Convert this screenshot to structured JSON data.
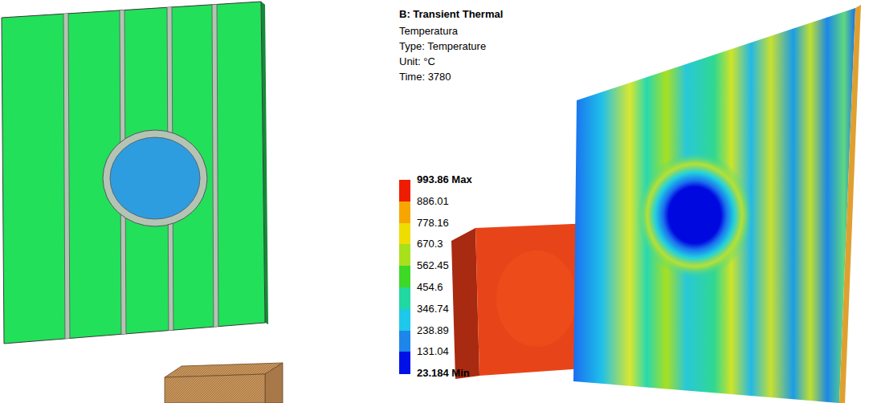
{
  "diagram": {
    "labels": [
      "B: Transient Thermal",
      "Temperatura",
      "Type: Temperature",
      "Unit: °C",
      "Time: 3780"
    ],
    "legend": [
      {
        "text": "993.86 Max",
        "color": "#ee1c00"
      },
      {
        "text": "886.01",
        "color": "#f7a600"
      },
      {
        "text": "778.16",
        "color": "#eedd00"
      },
      {
        "text": "670.3",
        "color": "#a8e01c"
      },
      {
        "text": "562.45",
        "color": "#3ed826"
      },
      {
        "text": "454.6",
        "color": "#20d8a0"
      },
      {
        "text": "346.74",
        "color": "#1ec8ea"
      },
      {
        "text": "238.89",
        "color": "#1e86ea"
      },
      {
        "text": "131.04",
        "color": "#0010e8"
      },
      {
        "text": "23.184 Min"
      }
    ]
  }
}
